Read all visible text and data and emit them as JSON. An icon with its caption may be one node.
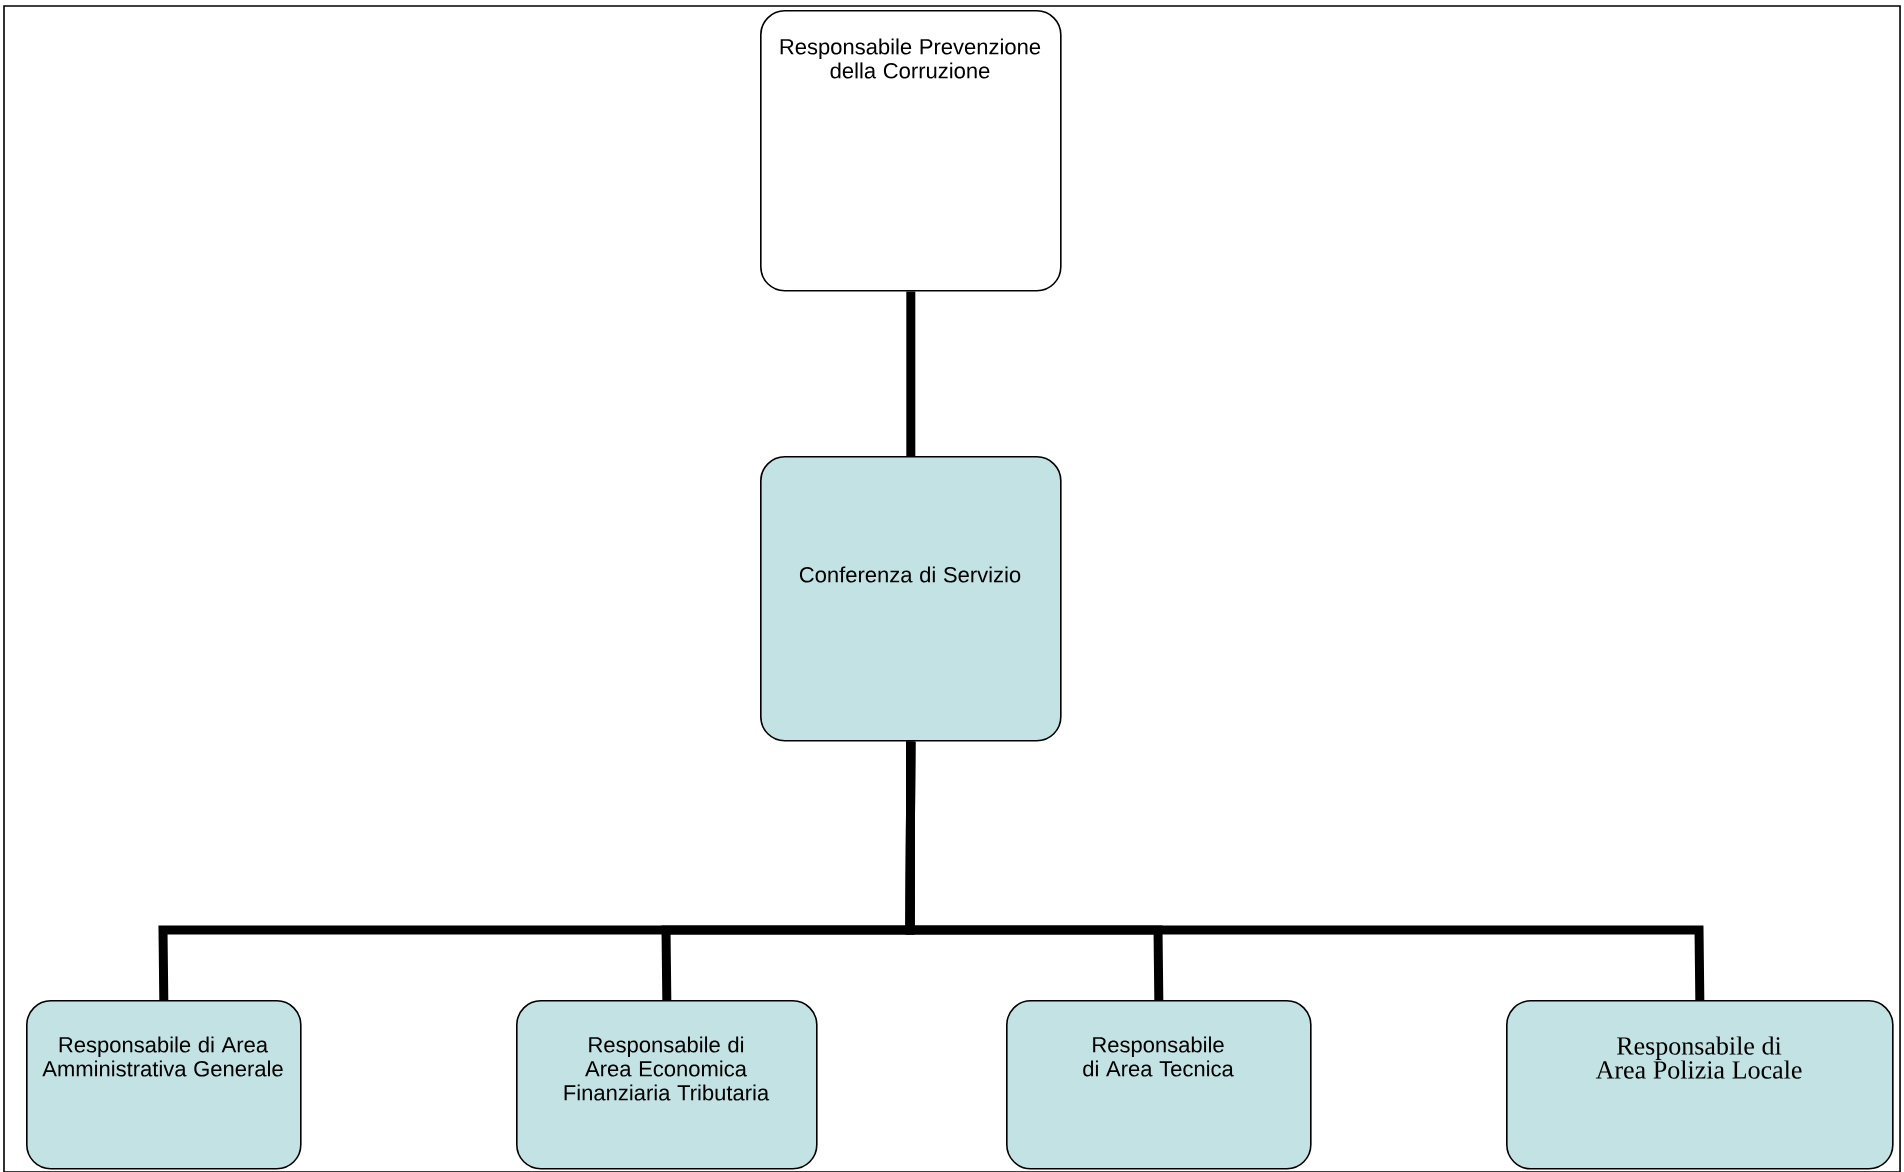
{
  "diagram": {
    "nodes": [
      {
        "text": [
          "Responsabile Prevenzione della Corruzione"
        ]
      },
      {
        "text": [
          "Conferenza di Servizio"
        ]
      },
      {
        "text": [
          "Responsabile di Area Amministrativa Generale"
        ]
      },
      {
        "text": [
          "Responsabile di Area Economica Finanziaria Tributaria"
        ]
      },
      {
        "text": [
          "Responsabile  di Area Tecnica"
        ]
      },
      {
        "text": [
          "Responsabile di Area Polizia Locale"
        ]
      }
    ],
    "edges": [
      {
        "from": 0,
        "to": 1,
        "arrow": "none"
      },
      {
        "from": 1,
        "to": 2,
        "arrow": "none"
      },
      {
        "from": 1,
        "to": 3,
        "arrow": "none"
      },
      {
        "from": 1,
        "to": 4,
        "arrow": "none"
      },
      {
        "from": 1,
        "to": 5,
        "arrow": "none"
      }
    ]
  }
}
